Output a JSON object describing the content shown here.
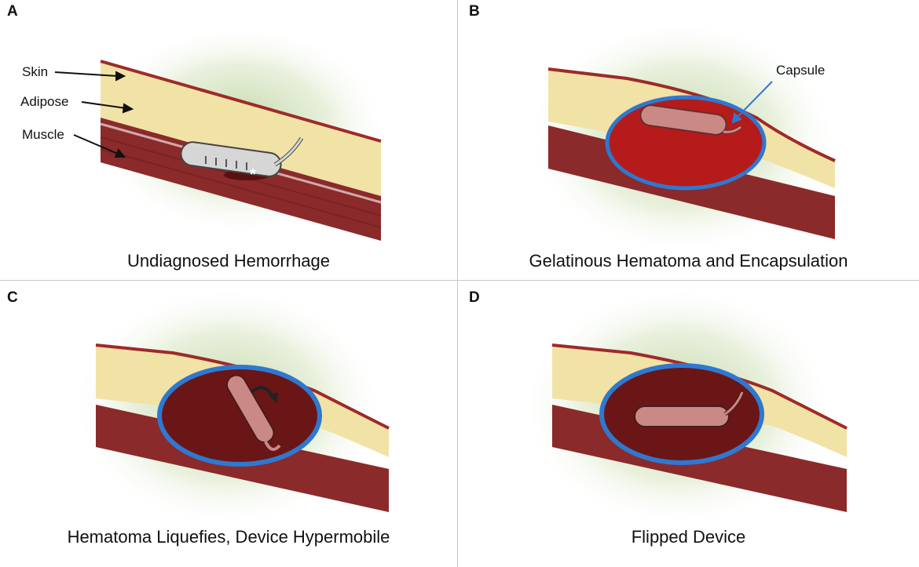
{
  "panels": [
    {
      "letter": "A",
      "caption": "Undiagnosed Hemorrhage",
      "asterisk": "*"
    },
    {
      "letter": "B",
      "caption": "Gelatinous Hematoma and Encapsulation"
    },
    {
      "letter": "C",
      "caption": "Hematoma Liquefies, Device Hypermobile"
    },
    {
      "letter": "D",
      "caption": "Flipped Device"
    }
  ],
  "labels": {
    "skin": "Skin",
    "adipose": "Adipose",
    "muscle": "Muscle",
    "capsule": "Capsule"
  },
  "colors": {
    "skin_line": "#9e2a2a",
    "adipose": "#f1e3a6",
    "muscle": "#8b2a2a",
    "fresh_blood": "#b51b1b",
    "old_blood": "#6a1616",
    "capsule": "#2f78d0",
    "device_grey": "#d6d6d6",
    "device_pink": "#c98a86",
    "halo": "#b9cf9a"
  }
}
